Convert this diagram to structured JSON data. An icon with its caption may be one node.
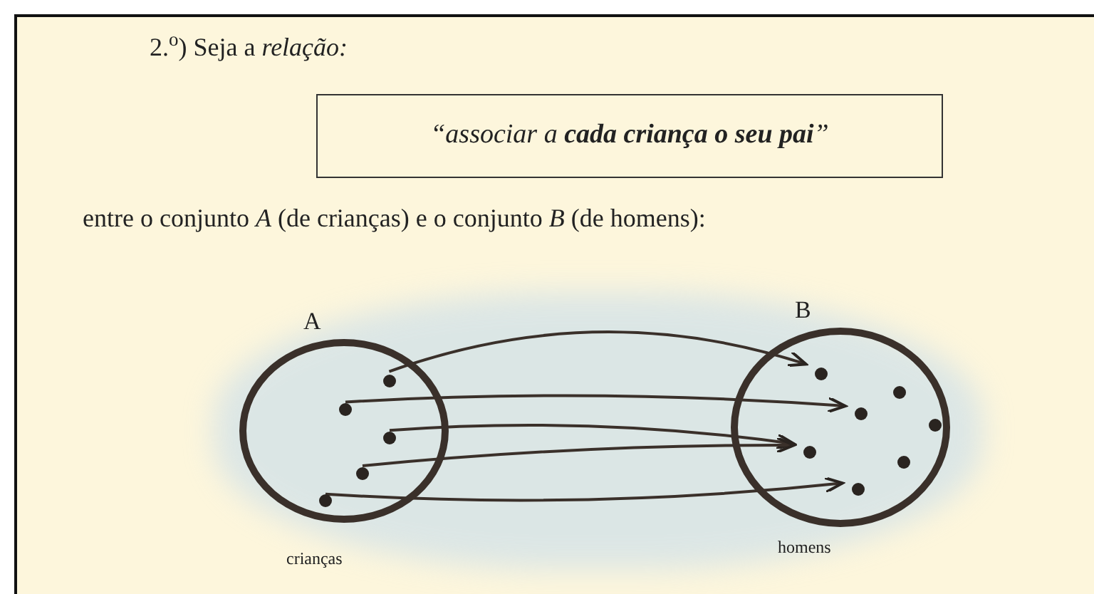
{
  "diagram": {
    "nodes": [
      {
        "text": [
          "“associar a **cada criança o seu pai**”"
        ]
      },
      {
        "text": [
          "A"
        ],
        "beside": [
          "crianças"
        ]
      },
      {
        "text": [],
        "shape": "circle",
        "in": 1
      },
      {
        "text": [],
        "shape": "circle",
        "in": 1
      },
      {
        "text": [],
        "shape": "circle",
        "in": 1
      },
      {
        "text": [],
        "shape": "circle",
        "in": 1
      },
      {
        "text": [],
        "shape": "circle",
        "in": 1
      },
      {
        "text": [
          "B"
        ],
        "beside": [
          "homens"
        ]
      },
      {
        "text": [],
        "shape": "circle",
        "in": 7
      },
      {
        "text": [],
        "shape": "circle",
        "in": 7
      },
      {
        "text": [],
        "shape": "circle",
        "in": 7
      },
      {
        "text": [],
        "shape": "circle",
        "in": 7
      },
      {
        "text": [],
        "shape": "circle",
        "in": 7
      },
      {
        "text": [],
        "shape": "circle",
        "in": 7
      },
      {
        "text": [],
        "shape": "circle",
        "in": 7
      }
    ],
    "edges": [
      {
        "from": 2,
        "to": 8,
        "arrow": "to"
      },
      {
        "from": 3,
        "to": 10,
        "arrow": "to"
      },
      {
        "from": 4,
        "to": 12,
        "arrow": "to"
      },
      {
        "from": 5,
        "to": 12,
        "arrow": "to"
      },
      {
        "from": 6,
        "to": 14,
        "arrow": "to"
      }
    ],
    "labels": [
      "2.$^{o}$) Seja a *relação:*",
      "entre o conjunto *A* (de crianças) e o conjunto *B* (de homens):"
    ]
  }
}
